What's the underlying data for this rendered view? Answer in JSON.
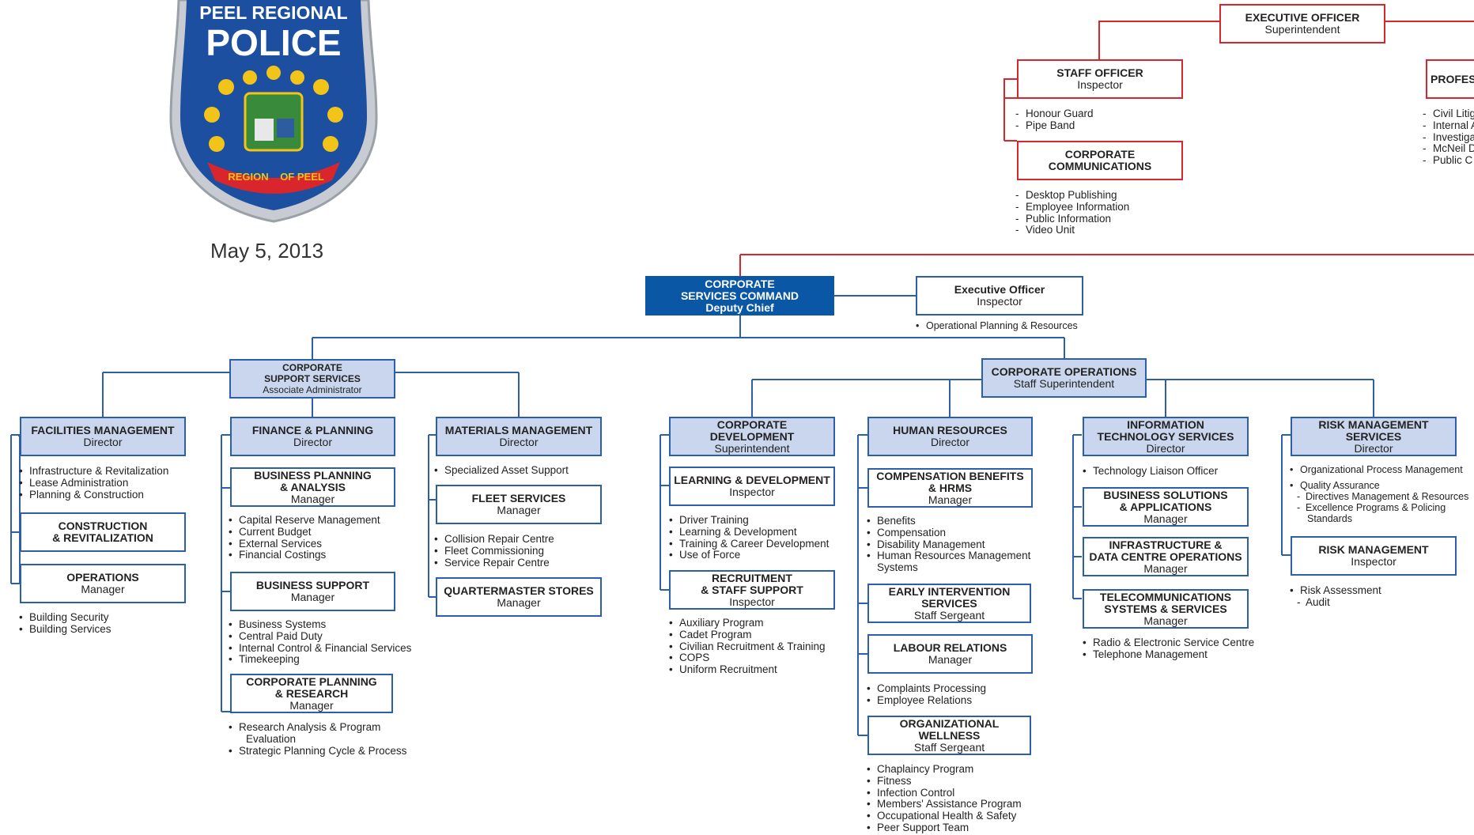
{
  "colors": {
    "blue": "#2b5fa8",
    "red": "#d9262c",
    "lavender": "#c9d6ee",
    "dark_blue": "#0a57a6",
    "badge_blue": "#1d4fa0",
    "gold": "#f2c318"
  },
  "badge": {
    "line1": "PEEL REGIONAL",
    "line2": "POLICE",
    "ribbon_left": "REGION",
    "ribbon_right": "OF PEEL"
  },
  "date": "May 5, 2013",
  "exec_office": {
    "executive_officer": {
      "title": "EXECUTIVE OFFICER",
      "role": "Superintendent"
    },
    "staff_officer": {
      "title": "STAFF OFFICER",
      "role": "Inspector",
      "items": [
        "Honour Guard",
        "Pipe Band"
      ]
    },
    "corporate_communications": {
      "title": "CORPORATE\nCOMMUNICATIONS",
      "items": [
        "Desktop Publishing",
        "Employee Information",
        "Public Information",
        "Video Unit"
      ]
    },
    "professional": {
      "title": "PROFESS",
      "items": [
        "Civil Litig",
        "Internal A",
        "Investiga",
        "McNeil D",
        "Public C"
      ]
    }
  },
  "command": {
    "title": "CORPORATE\nSERVICES COMMAND",
    "role": "Deputy Chief"
  },
  "command_exec": {
    "title": "Executive Officer",
    "role": "Inspector",
    "items": [
      "Operational Planning & Resources"
    ]
  },
  "support": {
    "head": {
      "title": "CORPORATE\nSUPPORT SERVICES",
      "role": "Associate Administrator"
    },
    "facilities": {
      "title": "FACILITIES MANAGEMENT",
      "role": "Director",
      "items": [
        "Infrastructure & Revitalization",
        "Lease Administration",
        "Planning & Construction"
      ]
    },
    "construction": {
      "title": "CONSTRUCTION\n& REVITALIZATION"
    },
    "operations": {
      "title": "OPERATIONS",
      "role": "Manager",
      "items": [
        "Building Security",
        "Building Services"
      ]
    },
    "finance": {
      "title": "FINANCE & PLANNING",
      "role": "Director"
    },
    "business_planning": {
      "title": "BUSINESS PLANNING\n& ANALYSIS",
      "role": "Manager",
      "items": [
        "Capital Reserve Management",
        "Current Budget",
        "External Services",
        "Financial Costings"
      ]
    },
    "business_support": {
      "title": "BUSINESS SUPPORT",
      "role": "Manager",
      "items": [
        "Business Systems",
        "Central Paid Duty",
        "Internal Control & Financial Services",
        "Timekeeping"
      ]
    },
    "corporate_planning": {
      "title": "CORPORATE PLANNING\n& RESEARCH",
      "role": "Manager",
      "items": [
        "Research Analysis & Program",
        "Evaluation",
        "Strategic Planning Cycle & Process"
      ]
    },
    "materials": {
      "title": "MATERIALS MANAGEMENT",
      "role": "Director",
      "items": [
        "Specialized Asset Support"
      ]
    },
    "fleet": {
      "title": "FLEET SERVICES",
      "role": "Manager",
      "items": [
        "Collision Repair Centre",
        "Fleet Commissioning",
        "Service Repair Centre"
      ]
    },
    "quartermaster": {
      "title": "QUARTERMASTER STORES",
      "role": "Manager"
    }
  },
  "ops": {
    "head": {
      "title": "CORPORATE OPERATIONS",
      "role": "Staff Superintendent"
    },
    "development": {
      "title": "CORPORATE DEVELOPMENT",
      "role": "Superintendent"
    },
    "learning": {
      "title": "LEARNING & DEVELOPMENT",
      "role": "Inspector",
      "items": [
        "Driver Training",
        "Learning & Development",
        "Training & Career Development",
        "Use of Force"
      ]
    },
    "recruitment": {
      "title": "RECRUITMENT\n& STAFF SUPPORT",
      "role": "Inspector",
      "items": [
        "Auxiliary Program",
        "Cadet Program",
        "Civilian Recruitment & Training",
        "COPS",
        "Uniform Recruitment"
      ]
    },
    "hr": {
      "title": "HUMAN RESOURCES",
      "role": "Director"
    },
    "compensation": {
      "title": "COMPENSATION BENEFITS\n& HRMS",
      "role": "Manager",
      "items": [
        "Benefits",
        "Compensation",
        "Disability Management",
        "Human Resources Management",
        "Systems"
      ]
    },
    "early": {
      "title": "EARLY INTERVENTION\nSERVICES",
      "role": "Staff Sergeant"
    },
    "labour": {
      "title": "LABOUR RELATIONS",
      "role": "Manager",
      "items": [
        "Complaints Processing",
        "Employee Relations"
      ]
    },
    "wellness": {
      "title": "ORGANIZATIONAL\nWELLNESS",
      "role": "Staff Sergeant",
      "items": [
        "Chaplaincy Program",
        "Fitness",
        "Infection Control",
        "Members' Assistance Program",
        "Occupational Health & Safety",
        "Peer Support Team"
      ]
    },
    "its": {
      "title": "INFORMATION\nTECHNOLOGY SERVICES",
      "role": "Director",
      "items": [
        "Technology Liaison Officer"
      ]
    },
    "bsa": {
      "title": "BUSINESS SOLUTIONS\n& APPLICATIONS",
      "role": "Manager"
    },
    "infra": {
      "title": "INFRASTRUCTURE &\nDATA CENTRE OPERATIONS",
      "role": "Manager"
    },
    "telecom": {
      "title": "TELECOMMUNICATIONS\nSYSTEMS & SERVICES",
      "role": "Manager",
      "items": [
        "Radio & Electronic Service Centre",
        "Telephone Management"
      ]
    },
    "risk_services": {
      "title": "RISK MANAGEMENT\nSERVICES",
      "role": "Director",
      "items": [
        "Organizational Process Management",
        "Quality Assurance",
        "Directives Management & Resources",
        "Excellence Programs & Policing",
        "Standards"
      ]
    },
    "risk_mgmt": {
      "title": "RISK MANAGEMENT",
      "role": "Inspector",
      "items": [
        "Risk Assessment",
        "Audit"
      ]
    }
  }
}
